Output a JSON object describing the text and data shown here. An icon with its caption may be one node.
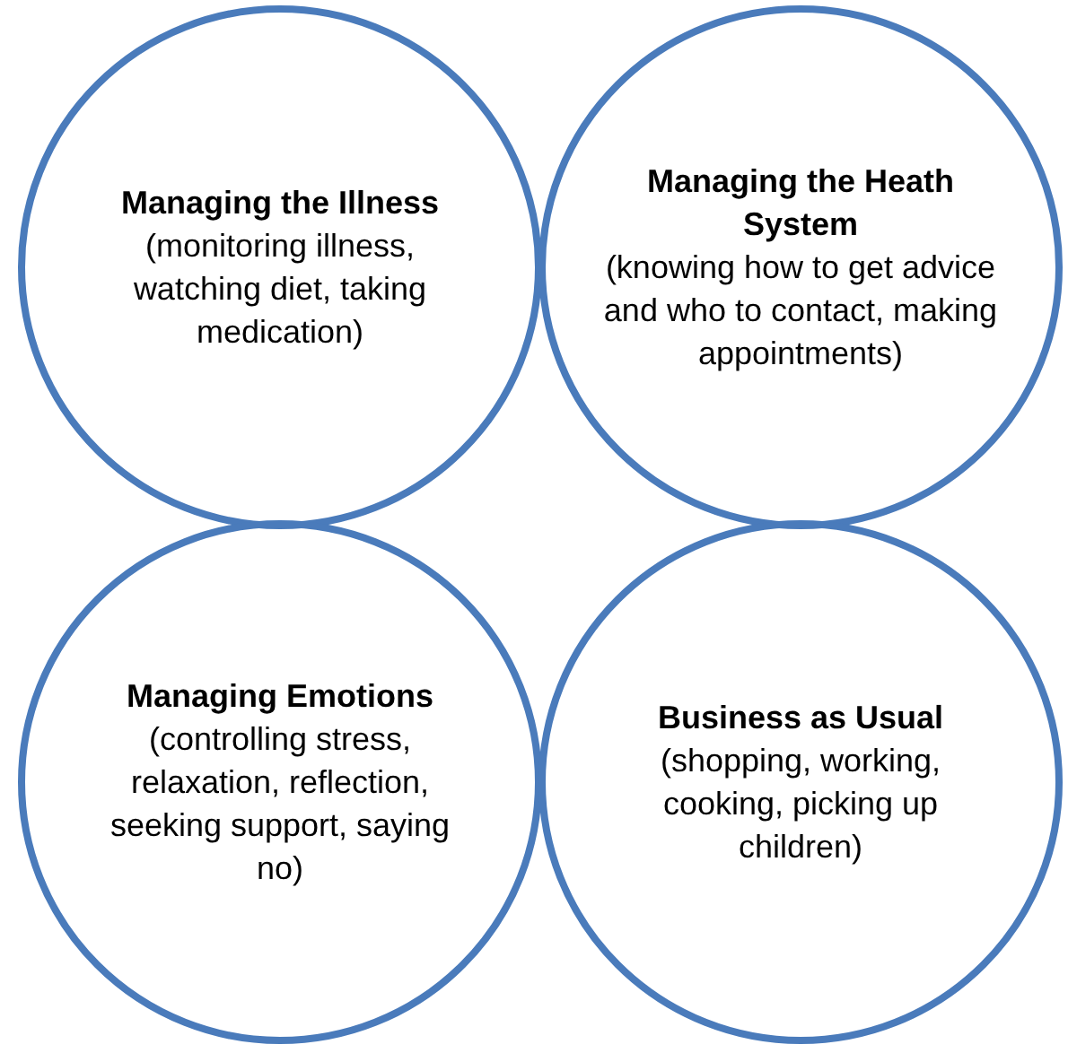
{
  "diagram": {
    "nodes": [
      {
        "text": [
          "Managing the Illness",
          "(monitoring illness, watching diet, taking medication)"
        ]
      },
      {
        "text": [
          "Managing the Heath System",
          "(knowing how to get advice and who to contact, making appointments)"
        ]
      },
      {
        "text": [
          "Managing Emotions",
          "(controlling stress, relaxation, reflection, seeking support, saying no)"
        ]
      },
      {
        "text": [
          "Business as Usual",
          "(shopping, working, cooking, picking up children)"
        ]
      }
    ]
  }
}
